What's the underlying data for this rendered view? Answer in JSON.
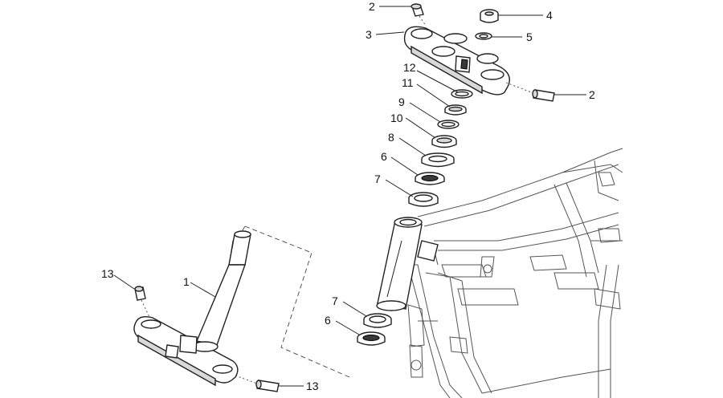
{
  "labels": {
    "p1": "1",
    "p2_top": "2",
    "p2_right": "2",
    "p3": "3",
    "p4": "4",
    "p5": "5",
    "p6_upper": "6",
    "p6_lower": "6",
    "p7_upper": "7",
    "p7_lower": "7",
    "p8": "8",
    "p9": "9",
    "p10": "10",
    "p11": "11",
    "p12": "12",
    "p13_left": "13",
    "p13_bottom": "13"
  }
}
